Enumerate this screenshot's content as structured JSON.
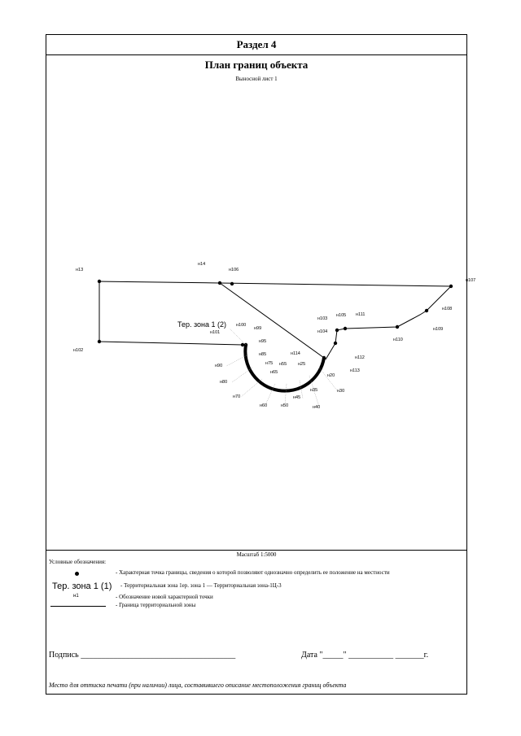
{
  "header": {
    "section": "Раздел 4"
  },
  "plan": {
    "title": "План границ объекта",
    "sheet": "Выносной лист 1"
  },
  "zone_label": "Тер. зона 1 (2)",
  "points": [
    {
      "id": "н13",
      "label": "н13"
    },
    {
      "id": "н14",
      "label": "н14"
    },
    {
      "id": "н106",
      "label": "н106"
    },
    {
      "id": "н107",
      "label": "н107"
    },
    {
      "id": "н108",
      "label": "н108"
    },
    {
      "id": "н109",
      "label": "н109"
    },
    {
      "id": "н110",
      "label": "н110"
    },
    {
      "id": "н111",
      "label": "н111"
    },
    {
      "id": "н105",
      "label": "н105"
    },
    {
      "id": "н103",
      "label": "н103"
    },
    {
      "id": "н104",
      "label": "н104"
    },
    {
      "id": "н112",
      "label": "н112"
    },
    {
      "id": "н113",
      "label": "н113"
    },
    {
      "id": "н114",
      "label": "н114"
    },
    {
      "id": "н20",
      "label": "н20"
    },
    {
      "id": "н25",
      "label": "н25"
    },
    {
      "id": "н30",
      "label": "н30"
    },
    {
      "id": "н35",
      "label": "н35"
    },
    {
      "id": "н40",
      "label": "н40"
    },
    {
      "id": "н45",
      "label": "н45"
    },
    {
      "id": "н50",
      "label": "н50"
    },
    {
      "id": "н55",
      "label": "н55"
    },
    {
      "id": "н60",
      "label": "н60"
    },
    {
      "id": "н65",
      "label": "н65"
    },
    {
      "id": "н70",
      "label": "н70"
    },
    {
      "id": "н75",
      "label": "н75"
    },
    {
      "id": "н80",
      "label": "н80"
    },
    {
      "id": "н85",
      "label": "н85"
    },
    {
      "id": "н90",
      "label": "н90"
    },
    {
      "id": "н95",
      "label": "н95"
    },
    {
      "id": "н99",
      "label": "н99"
    },
    {
      "id": "н100",
      "label": "н100"
    },
    {
      "id": "н101",
      "label": "н101"
    },
    {
      "id": "н102",
      "label": "н102"
    }
  ],
  "scale": "Масштаб 1:5000",
  "legend": {
    "title": "Условные обозначения:",
    "item1": "- Характерная точка границы, сведения о которой позволяют однозначно определить ее положение на местности",
    "zone_sample": "Тер. зона 1 (1)",
    "item2": "- Территориальная зона 1ер. зона 1 — Территориальная зона-1Ц-3",
    "point_sample": "н1",
    "item3": "- Обозначение новой характерной точки",
    "item4": "- Граница территориальной зоны"
  },
  "footer": {
    "signature": "Подпись ______________________________________",
    "date": "Дата \"_____\" ___________ _______г.",
    "stamp": "Место для оттиска печати (при наличии) лица, составившего описание местоположения границ объекта"
  }
}
